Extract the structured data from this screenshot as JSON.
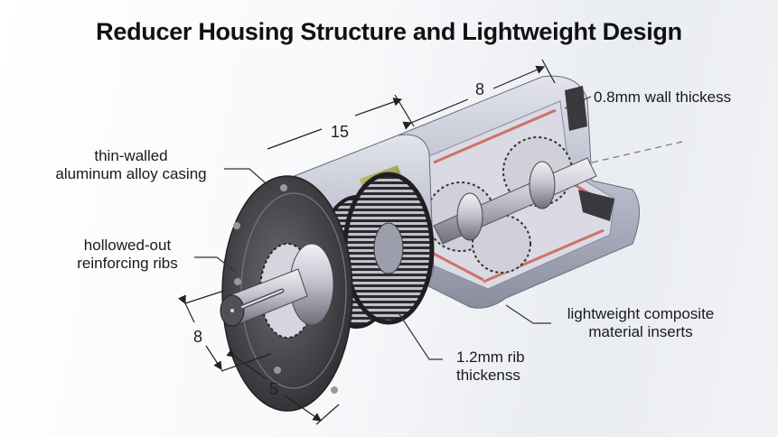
{
  "title": "Reducer Housing Structure and Lightweight Design",
  "annotations": {
    "casing": {
      "line1": "thin-walled",
      "line2": "aluminum alloy casing"
    },
    "ribs": {
      "line1": "hollowed-out",
      "line2": "reinforcing ribs"
    },
    "wall": {
      "text": "0.8mm wall thickess"
    },
    "inserts": {
      "line1": "lightweight composite",
      "line2": "material inserts"
    },
    "rib_thickness": {
      "line1": "1.2mm rib",
      "line2": "thickenss"
    }
  },
  "dimensions": {
    "top_left": "15",
    "top_right": "8",
    "shaft_diameter": "8",
    "shaft_length": "5"
  },
  "colors": {
    "housing": "#b9bccb",
    "housing_dark": "#8d90a0",
    "flange": "#4a4a4e",
    "gear": "#2a2a2c",
    "insert": "#8e8f3a",
    "wall_line": "#d0706a",
    "shaft": "#c8c9d2"
  }
}
